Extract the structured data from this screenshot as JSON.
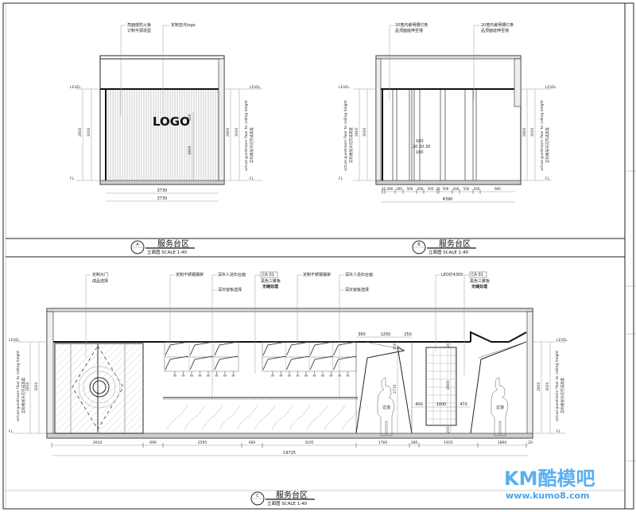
{
  "sheet": {
    "watermark_logo": "KM酷模吧",
    "watermark_url": "www.kumo8.com",
    "colors": {
      "lines": "#222222",
      "watermark": "#5ab0ef"
    }
  },
  "common": {
    "level_ceiling": "LEVEL",
    "level_floor": "FL",
    "height_note_en": "actual guestroom floor to ceiling height",
    "height_note_cn": "实际楼层天花完成高度",
    "h2800": "2800",
    "h3000": "3000"
  },
  "elevation_a": {
    "marker": "A",
    "title": "服务台区",
    "subtitle": "立面图  SCALE 1:40",
    "callout_1_line1": "亮面度防火板",
    "callout_1_line2": "订制半弧造型",
    "callout_2": "定制亚光logo",
    "logo_text": "LOGO",
    "dim_logo_h": "400",
    "dim_logo_base": "1800",
    "dim_width_1": "3730",
    "dim_width_2": "3730"
  },
  "elevation_b": {
    "marker": "B",
    "title": "服务台区",
    "subtitle": "立面图  SCALE 1:40",
    "callout_1_line1": "20宽内嵌明槽灯条",
    "callout_1_line2": "品顶面延伸至墙",
    "callout_2_line1": "20宽内嵌明槽灯条",
    "callout_2_line2": "品顶面延伸至墙",
    "detail_dims": [
      "100",
      "20",
      "20",
      "20",
      "100"
    ],
    "bottom_dims": [
      "20",
      "260",
      "260",
      "500",
      "260",
      "500",
      "20",
      "500",
      "260",
      "500",
      "260",
      "900"
    ],
    "total_width": "4390"
  },
  "elevation_c": {
    "marker": "C",
    "title": "服务台区",
    "subtitle": "立面图  SCALE 1:40",
    "callouts": {
      "door_1": "定制大门",
      "door_2": "成品选择",
      "rack_1": "定制不锈钢摆架",
      "stone_1": "深灰人造石台面",
      "panel_1": "深灰窗板选择",
      "code_1": "CA  01",
      "code_1_desc": "黑色三聚板",
      "code_1_note": "无缝处理",
      "rack_2": "定制不锈钢摆架",
      "stone_2": "深灰人造石台面",
      "panel_2": "深灰窗板选择",
      "led": "LED灯4300",
      "code_2": "CA  01",
      "code_2_desc": "黑色三聚板",
      "code_2_note": "无缝处理"
    },
    "top_dims": [
      "360",
      "1250",
      "250"
    ],
    "inner_dims": {
      "h1": "2715",
      "h2": "2600",
      "w1": "400",
      "w2": "1000",
      "w3": "470",
      "s1": "200",
      "s2": "200",
      "s3": "200"
    },
    "figure_label": "过道",
    "bottom_dims": [
      "3010",
      "690",
      "2595",
      "660",
      "3105",
      "1760",
      "300",
      "1935",
      "1860",
      "20"
    ],
    "total_width": "19725"
  }
}
